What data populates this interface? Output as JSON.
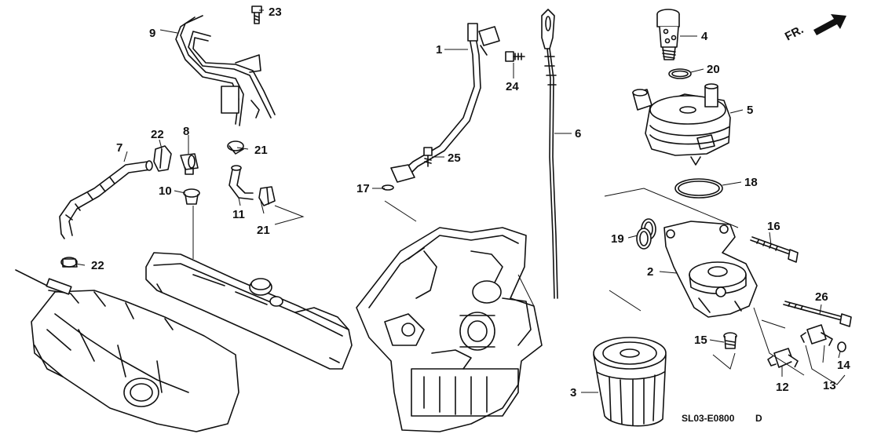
{
  "callouts": [
    "1",
    "2",
    "3",
    "4",
    "5",
    "6",
    "7",
    "8",
    "9",
    "10",
    "11",
    "12",
    "13",
    "14",
    "15",
    "16",
    "17",
    "18",
    "19",
    "20",
    "21",
    "21",
    "21",
    "22",
    "22",
    "23",
    "24",
    "25",
    "26"
  ],
  "direction_label": "FR.",
  "diagram_code": "SL03-E0800",
  "diagram_code_suffix": "D"
}
